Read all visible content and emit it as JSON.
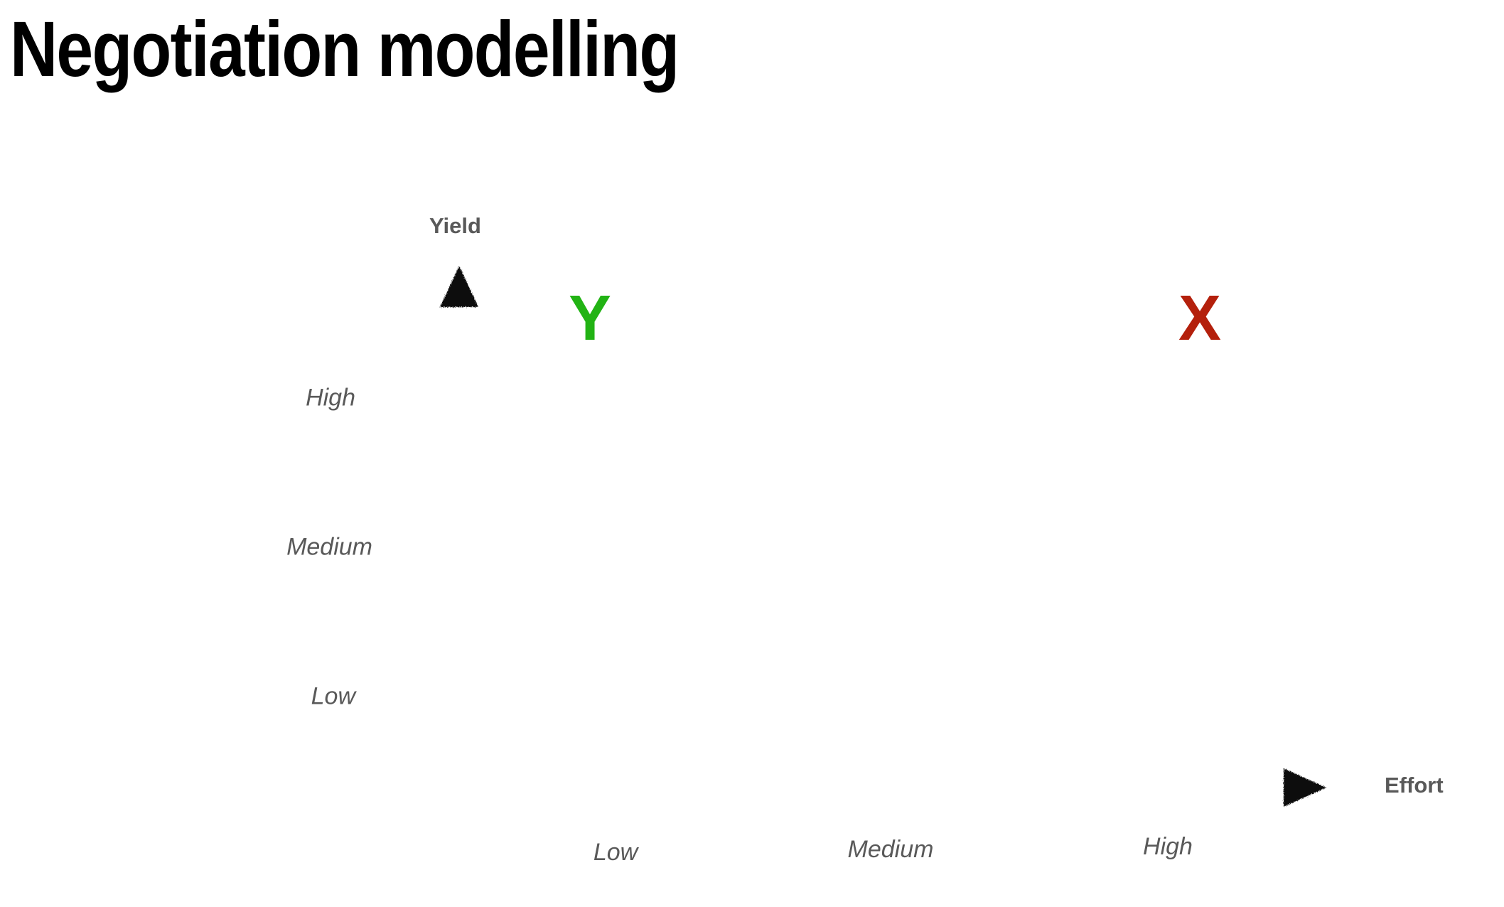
{
  "slide": {
    "title": "Negotiation modelling",
    "background": "#ffffff"
  },
  "chart_data": {
    "type": "scatter",
    "title": "Negotiation modelling",
    "xlabel": "Effort",
    "ylabel": "Yield",
    "x_tick_labels": [
      "Low",
      "Medium",
      "High"
    ],
    "y_tick_labels": [
      "Low",
      "Medium",
      "High"
    ],
    "grid": false,
    "legend": "none",
    "axis_style": "hand-drawn-arrows",
    "axis_color": "#111111",
    "label_color": "#595959",
    "points": [
      {
        "label": "Y",
        "x_category": "Low",
        "y_category": "Above High",
        "color": "#22b314",
        "x_value": 1,
        "y_value": 3.6
      },
      {
        "label": "X",
        "x_category": "High",
        "y_category": "Above High",
        "color": "#b4200c",
        "x_value": 3,
        "y_value": 3.6
      }
    ]
  },
  "axes": {
    "y": {
      "title": "Yield",
      "ticks": [
        {
          "label": "Low"
        },
        {
          "label": "Medium"
        },
        {
          "label": "High"
        }
      ]
    },
    "x": {
      "title": "Effort",
      "ticks": [
        {
          "label": "Low"
        },
        {
          "label": "Medium"
        },
        {
          "label": "High"
        }
      ]
    }
  },
  "markers": [
    {
      "label": "Y",
      "color": "#22b314"
    },
    {
      "label": "X",
      "color": "#b4200c"
    }
  ]
}
